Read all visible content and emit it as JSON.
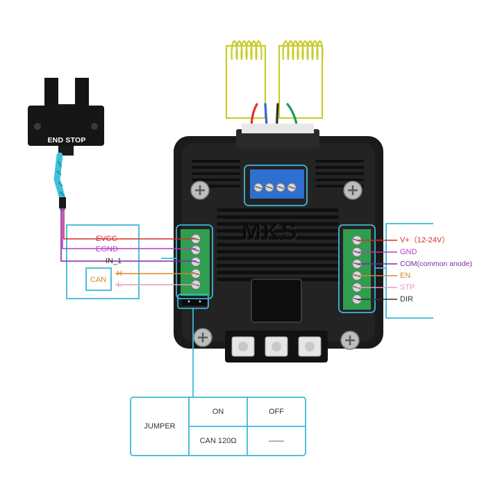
{
  "endstop": {
    "label": "END STOP"
  },
  "motor": {
    "brand": "MKS"
  },
  "left_pins": [
    {
      "label": "EVCC",
      "color": "#d92b2b"
    },
    {
      "label": "EGND",
      "color": "#b83ac8"
    },
    {
      "label": "IN_1",
      "color": "#333333"
    }
  ],
  "can": {
    "label": "CAN",
    "high": "H",
    "low": "L",
    "color": "#d08a2a",
    "low_color": "#e89ab8"
  },
  "right_pins": [
    {
      "label": "V+（12-24V）",
      "color": "#d92b2b"
    },
    {
      "label": "GND",
      "color": "#b83ac8"
    },
    {
      "label": "COM(common anode)",
      "color": "#7a2aa8"
    },
    {
      "label": "EN",
      "color": "#d08a2a"
    },
    {
      "label": "STP",
      "color": "#e89ab8"
    },
    {
      "label": "DIR",
      "color": "#333333"
    }
  ],
  "jumper_table": {
    "title": "JUMPER",
    "headers": [
      "ON",
      "OFF"
    ],
    "row": [
      "CAN 120Ω",
      "——"
    ]
  },
  "colors": {
    "accent": "#3cb8d6",
    "motor_body": "#1c1c1c",
    "terminal_green": "#2f9e4e",
    "terminal_blue": "#2f6fcf",
    "coil": "#c7cc2a",
    "sensor_cable": "#3fc1d9"
  }
}
